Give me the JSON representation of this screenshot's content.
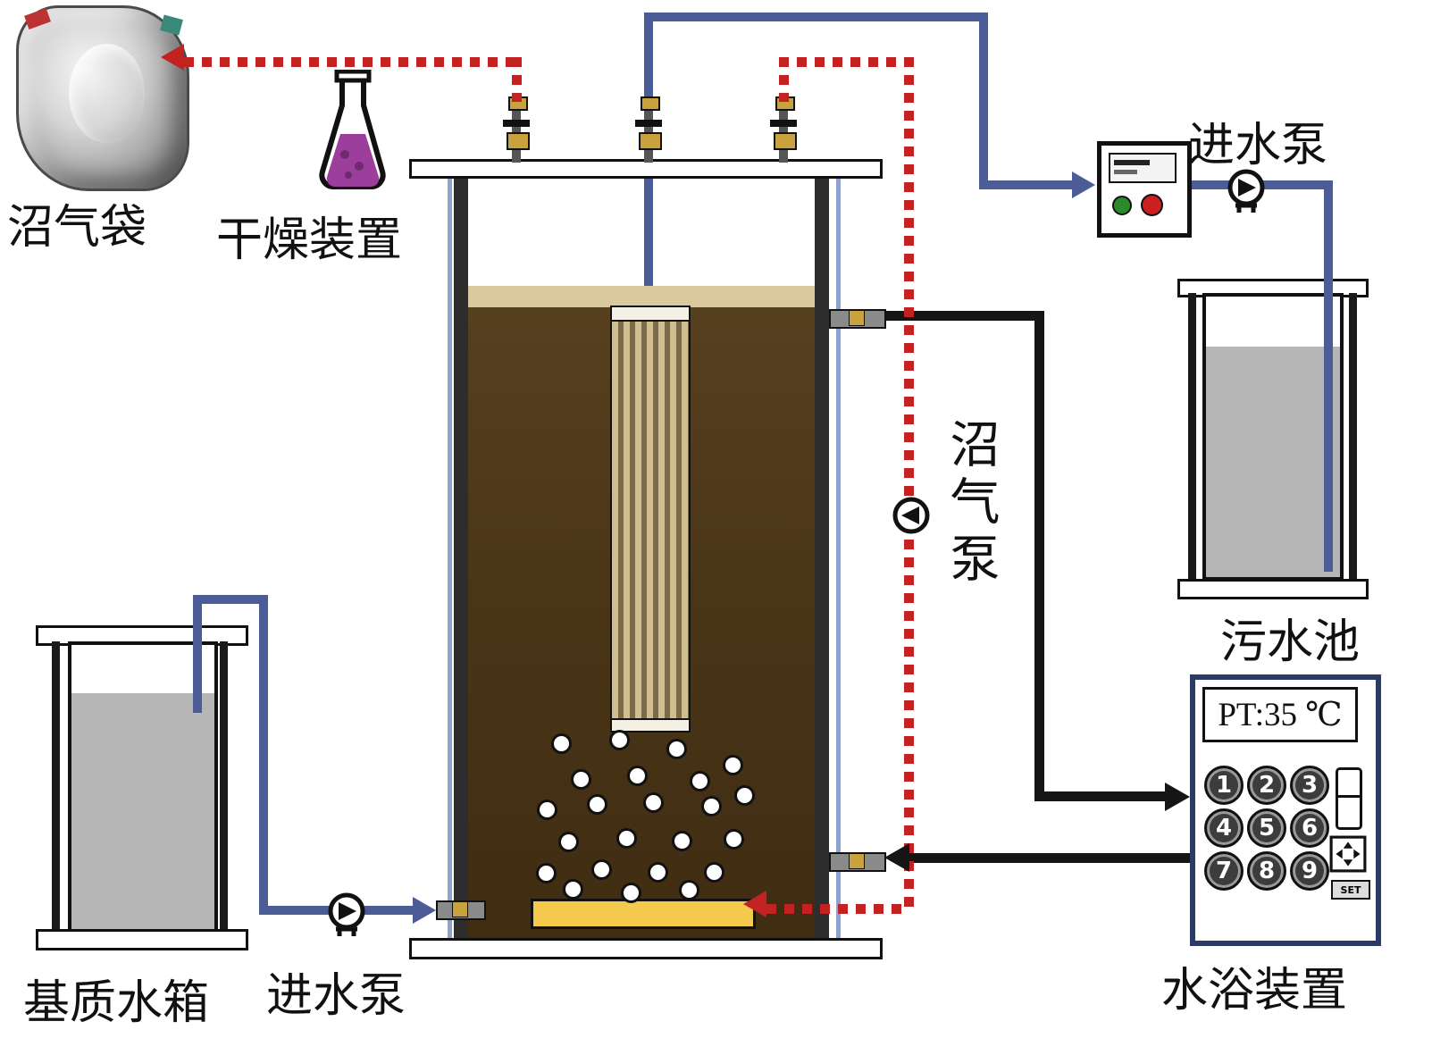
{
  "labels": {
    "biogas_bag": "沼气袋",
    "drying_device": "干燥装置",
    "influent_pump_top": "进水泵",
    "wastewater_pool": "污水池",
    "biogas_pump": "沼气泵",
    "water_bath_device": "水浴装置",
    "substrate_tank": "基质水箱",
    "feed_pump_bottom": "进水泵"
  },
  "water_bath": {
    "display": "PT:35 ℃",
    "keys": [
      "1",
      "2",
      "3",
      "4",
      "5",
      "6",
      "7",
      "8",
      "9"
    ],
    "set_label": "SET"
  },
  "colors": {
    "pipe_blue": "#4c5c96",
    "biogas_red": "#c32222",
    "line_black": "#151515",
    "reactor_liquid_brown": "#4a3517",
    "liquid_surface_tan": "#d9c99c",
    "heater_yellow": "#f3c94e",
    "tank_liquid_gray": "#b6b6b6",
    "water_bath_border": "#2c3a66",
    "flask_contents_purple": "#9c3f9c",
    "indicator_green": "#2c8a2c",
    "indicator_red": "#cc2020"
  }
}
